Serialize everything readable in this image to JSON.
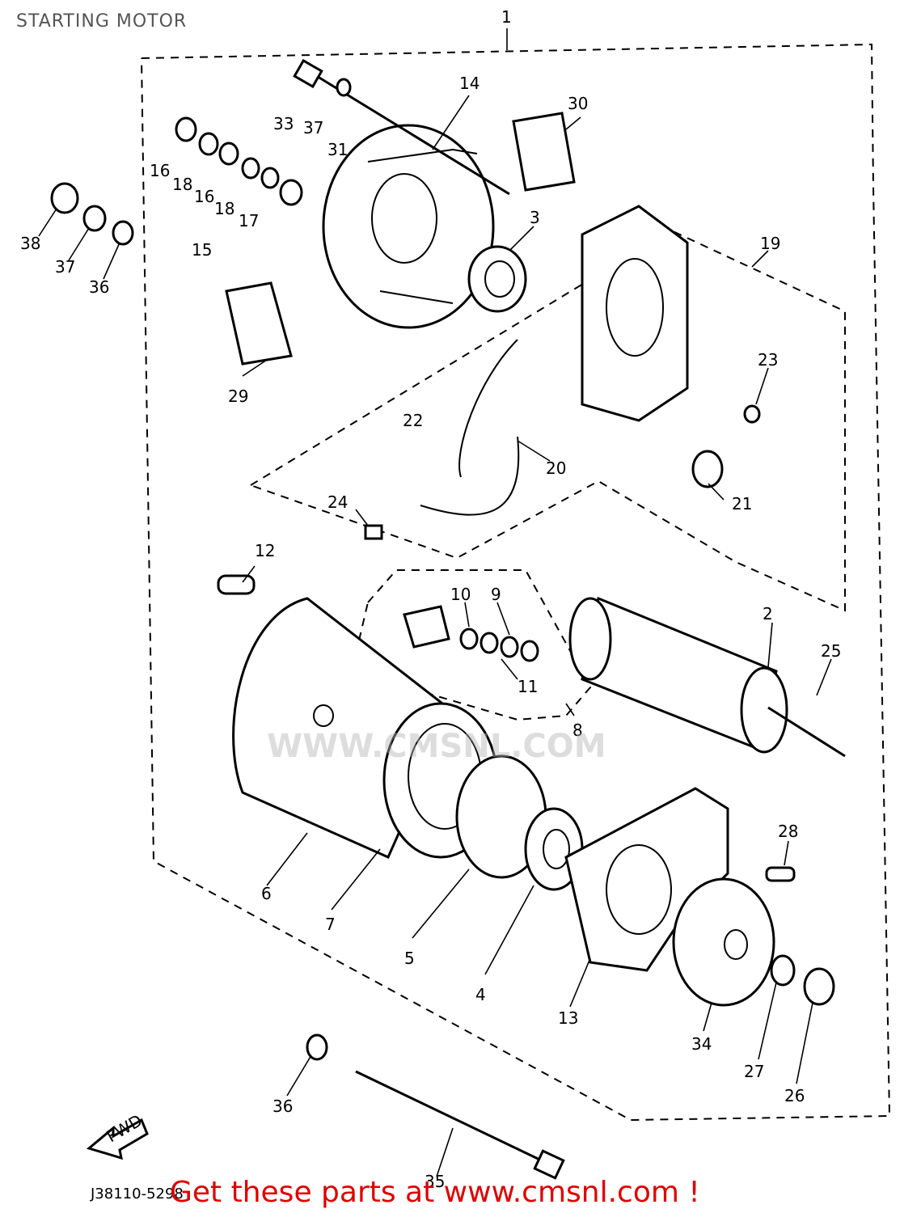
{
  "title": "STARTING MOTOR",
  "watermark": "WWW.CMSNL.COM",
  "fwd_label": "FWD",
  "diagram_code": "J38110-5298",
  "footer_link": "Get these parts at www.cmsnl.com !",
  "colors": {
    "footer": "#e00000",
    "lines": "#000000",
    "watermark": "#b4b4b4"
  },
  "parts": [
    {
      "key": "p1",
      "label": "1"
    },
    {
      "key": "p2",
      "label": "2"
    },
    {
      "key": "p3",
      "label": "3"
    },
    {
      "key": "p4",
      "label": "4"
    },
    {
      "key": "p5",
      "label": "5"
    },
    {
      "key": "p6",
      "label": "6"
    },
    {
      "key": "p7",
      "label": "7"
    },
    {
      "key": "p8",
      "label": "8"
    },
    {
      "key": "p9",
      "label": "9"
    },
    {
      "key": "p10",
      "label": "10"
    },
    {
      "key": "p11",
      "label": "11"
    },
    {
      "key": "p12",
      "label": "12"
    },
    {
      "key": "p13",
      "label": "13"
    },
    {
      "key": "p14",
      "label": "14"
    },
    {
      "key": "p15",
      "label": "15"
    },
    {
      "key": "p16a",
      "label": "16"
    },
    {
      "key": "p16b",
      "label": "16"
    },
    {
      "key": "p17",
      "label": "17"
    },
    {
      "key": "p18a",
      "label": "18"
    },
    {
      "key": "p18b",
      "label": "18"
    },
    {
      "key": "p19",
      "label": "19"
    },
    {
      "key": "p20",
      "label": "20"
    },
    {
      "key": "p21",
      "label": "21"
    },
    {
      "key": "p22",
      "label": "22"
    },
    {
      "key": "p23",
      "label": "23"
    },
    {
      "key": "p24",
      "label": "24"
    },
    {
      "key": "p25",
      "label": "25"
    },
    {
      "key": "p26",
      "label": "26"
    },
    {
      "key": "p27",
      "label": "27"
    },
    {
      "key": "p28",
      "label": "28"
    },
    {
      "key": "p29",
      "label": "29"
    },
    {
      "key": "p30",
      "label": "30"
    },
    {
      "key": "p31",
      "label": "31"
    },
    {
      "key": "p33",
      "label": "33"
    },
    {
      "key": "p34",
      "label": "34"
    },
    {
      "key": "p35",
      "label": "35"
    },
    {
      "key": "p36a",
      "label": "36"
    },
    {
      "key": "p36b",
      "label": "36"
    },
    {
      "key": "p37a",
      "label": "37"
    },
    {
      "key": "p37b",
      "label": "37"
    },
    {
      "key": "p38",
      "label": "38"
    }
  ]
}
